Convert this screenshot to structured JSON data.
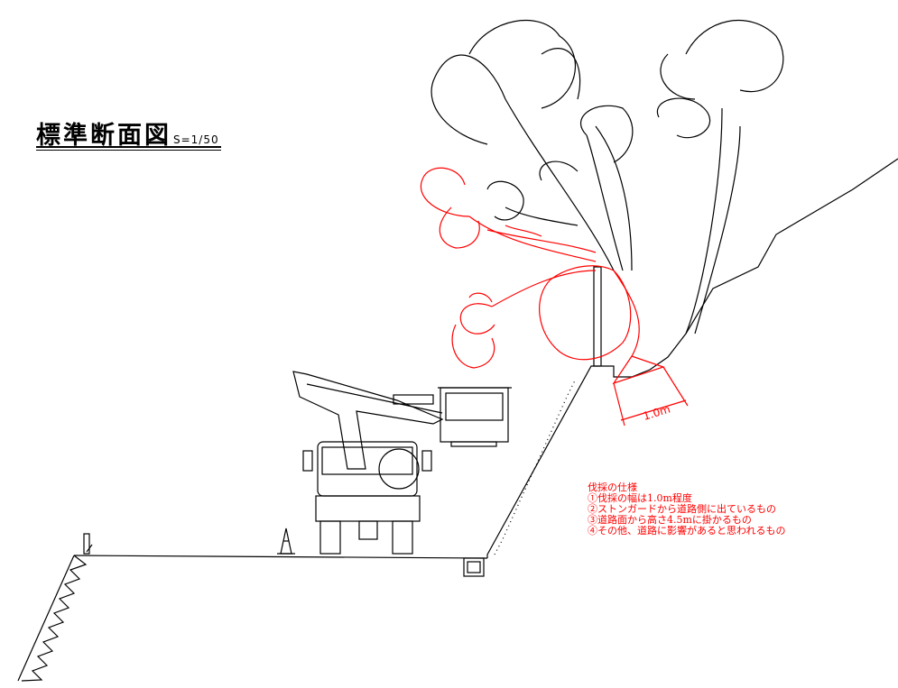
{
  "title": {
    "main": "標準断面図",
    "scale": "S=1/50"
  },
  "dimension": {
    "label": "1.0m"
  },
  "spec": {
    "heading": "伐採の仕様",
    "items": [
      "①伐採の幅は1.0m程度",
      "②ストンガードから道路側に出ているもの",
      "③道路面から高さ4.5mに掛かるもの",
      "④その他、道路に影響があると思われるもの"
    ]
  },
  "colors": {
    "line": "#000000",
    "highlight": "#ff0000"
  },
  "icons": {
    "vehicle": "bucket-truck-icon",
    "cone": "traffic-cone-icon",
    "trees": "tree-icon"
  }
}
